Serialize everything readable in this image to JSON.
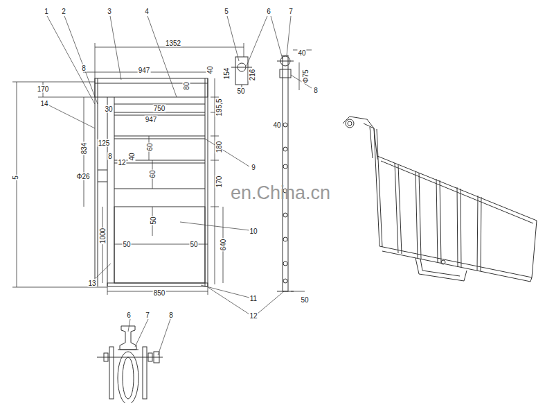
{
  "diagram": {
    "labels": [
      "1",
      "2",
      "3",
      "4",
      "5",
      "6",
      "7",
      "1352",
      "8",
      "947",
      "40",
      "154",
      "216",
      "50",
      "40",
      "Φ75",
      "8",
      "170",
      "80",
      "14",
      "30",
      "750",
      "195,5",
      "947",
      "834",
      "125",
      "60",
      "180",
      "9",
      "40",
      "8",
      "12",
      "40",
      "Φ26",
      "60",
      "170",
      "en.China.cn",
      "5",
      "50",
      "10",
      "1000",
      "50",
      "50",
      "640",
      "13",
      "850",
      "11",
      "12",
      "50",
      "6",
      "7",
      "8"
    ]
  }
}
